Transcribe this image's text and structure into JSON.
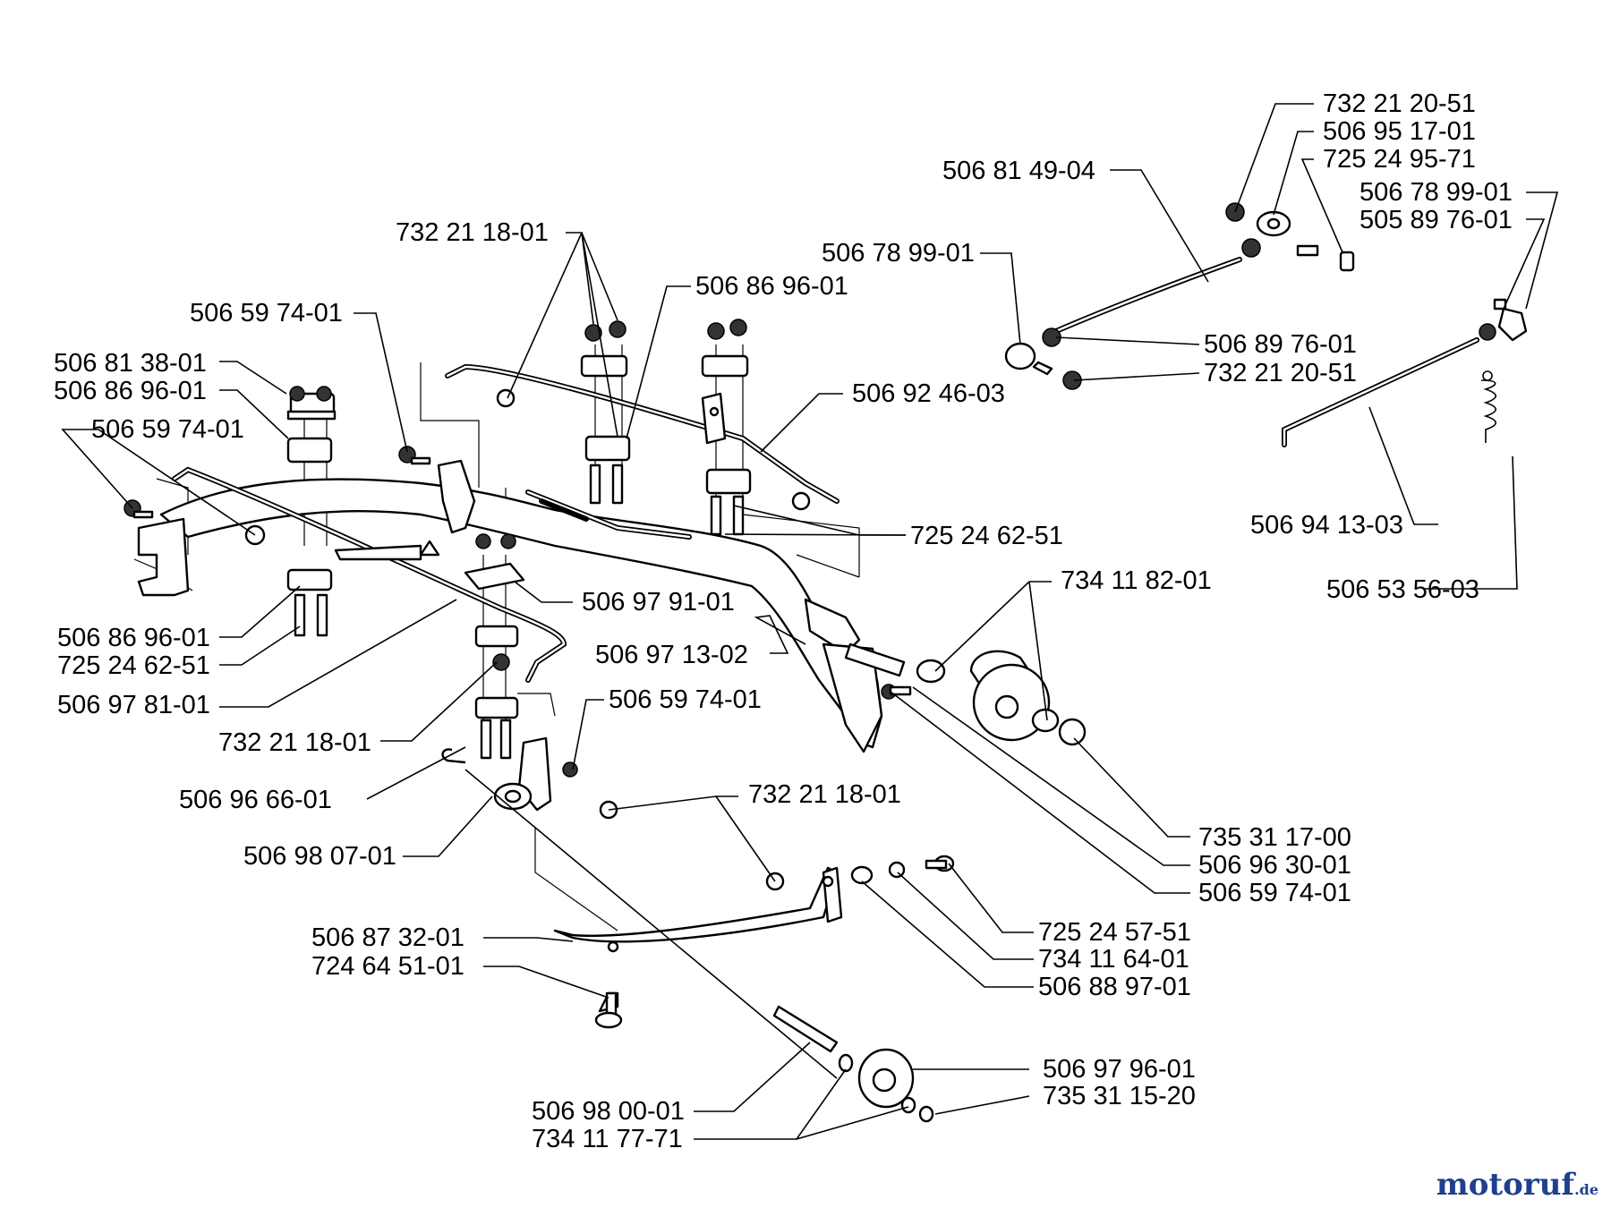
{
  "labels": [
    {
      "text": "732 21 20-51",
      "side": "left"
    },
    {
      "text": "506 95 17-01",
      "side": "left"
    },
    {
      "text": "725 24 95-71",
      "side": "left"
    },
    {
      "text": "506 81 49-04",
      "side": "right"
    },
    {
      "text": "506 78 99-01",
      "side": "right"
    },
    {
      "text": "505 89 76-01",
      "side": "right"
    },
    {
      "text": "732 21 18-01",
      "side": "right"
    },
    {
      "text": "506 78 99-01",
      "side": "right"
    },
    {
      "text": "506 86 96-01",
      "side": "left"
    },
    {
      "text": "506 59 74-01",
      "side": "right"
    },
    {
      "text": "506 89 76-01",
      "side": "left"
    },
    {
      "text": "732 21 20-51",
      "side": "left"
    },
    {
      "text": "506 81 38-01",
      "side": "right"
    },
    {
      "text": "506 92 46-03",
      "side": "left"
    },
    {
      "text": "506 86 96-01",
      "side": "right"
    },
    {
      "text": "506 59 74-01",
      "side": "left"
    },
    {
      "text": "506 94 13-03",
      "side": "right"
    },
    {
      "text": "725 24 62-51",
      "side": "left"
    },
    {
      "text": "506 53 56-03",
      "side": "right"
    },
    {
      "text": "734 11 82-01",
      "side": "left"
    },
    {
      "text": "506 97 91-01",
      "side": "left"
    },
    {
      "text": "506 86 96-01",
      "side": "right"
    },
    {
      "text": "725 24 62-51",
      "side": "right"
    },
    {
      "text": "506 97 13-02",
      "side": "left"
    },
    {
      "text": "506 59 74-01",
      "side": "left"
    },
    {
      "text": "506 97 81-01",
      "side": "right"
    },
    {
      "text": "732 21 18-01",
      "side": "right"
    },
    {
      "text": "732 21 18-01",
      "side": "left"
    },
    {
      "text": "506 96 66-01",
      "side": "right"
    },
    {
      "text": "735 31 17-00",
      "side": "left"
    },
    {
      "text": "506 98 07-01",
      "side": "right"
    },
    {
      "text": "506 96 30-01",
      "side": "left"
    },
    {
      "text": "506 59 74-01",
      "side": "left"
    },
    {
      "text": "725 24 57-51",
      "side": "left"
    },
    {
      "text": "506 87 32-01",
      "side": "right"
    },
    {
      "text": "734 11 64-01",
      "side": "left"
    },
    {
      "text": "724 64 51-01",
      "side": "right"
    },
    {
      "text": "506 88 97-01",
      "side": "left"
    },
    {
      "text": "506 97 96-01",
      "side": "left"
    },
    {
      "text": "735 31 15-20",
      "side": "left"
    },
    {
      "text": "506 98 00-01",
      "side": "right"
    },
    {
      "text": "734 11 77-71",
      "side": "right"
    }
  ],
  "watermark": {
    "brand": "motoruf",
    "tld": ".de"
  }
}
